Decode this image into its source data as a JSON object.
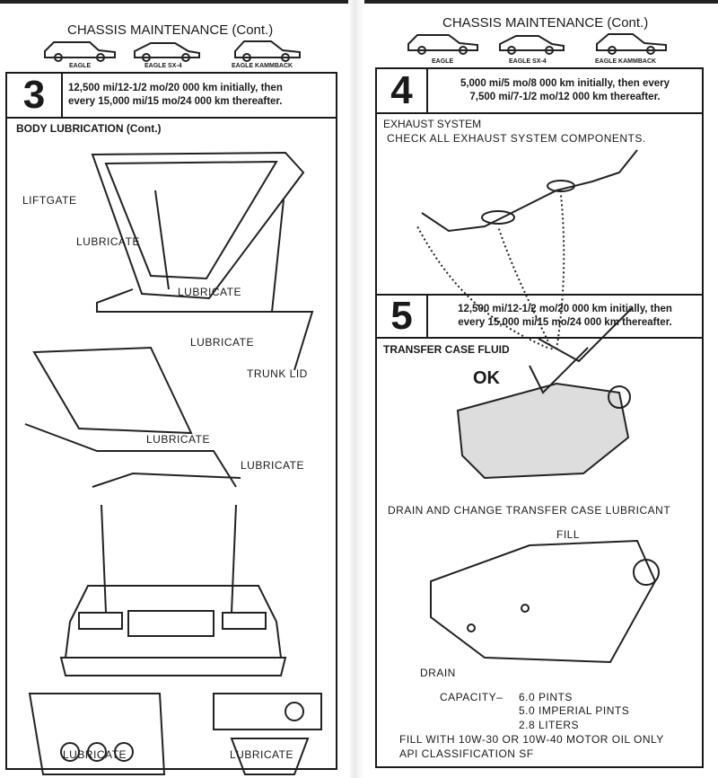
{
  "left_page": {
    "title": "CHASSIS MAINTENANCE (Cont.)",
    "cars": [
      "EAGLE",
      "EAGLE SX-4",
      "EAGLE KAMMBACK"
    ],
    "section_number": "3",
    "interval_line1": "12,500 mi/12-1/2 mo/20 000 km initially, then",
    "interval_line2": "every 15,000 mi/15 mo/24 000 km thereafter.",
    "heading": "BODY LUBRICATION (Cont.)",
    "labels": {
      "liftgate": "LIFTGATE",
      "lubricate": "LUBRICATE",
      "trunk_lid": "TRUNK LID"
    }
  },
  "right_page": {
    "title": "CHASSIS MAINTENANCE (Cont.)",
    "cars": [
      "EAGLE",
      "EAGLE SX-4",
      "EAGLE KAMMBACK"
    ],
    "section4": {
      "number": "4",
      "interval_line1": "5,000 mi/5 mo/8 000 km initially, then every",
      "interval_line2": "7,500 mi/7-1/2 mo/12 000 km thereafter.",
      "heading": "EXHAUST SYSTEM",
      "instruction": "CHECK ALL EXHAUST SYSTEM COMPONENTS."
    },
    "section5": {
      "number": "5",
      "interval_line1": "12,500 mi/12-1/2 mo/20 000 km initially, then",
      "interval_line2": "every 15,000 mi/15 mo/24 000 km thereafter.",
      "heading": "TRANSFER CASE FLUID",
      "ok": "OK",
      "drain_change": "DRAIN AND CHANGE TRANSFER CASE LUBRICANT",
      "fill": "FILL",
      "drain": "DRAIN",
      "capacity_label": "CAPACITY–",
      "capacity": [
        "6.0 PINTS",
        "5.0 IMPERIAL PINTS",
        "2.8 LITERS"
      ],
      "oil_note": "FILL WITH 10W-30 OR 10W-40 MOTOR OIL ONLY",
      "api_note": "API CLASSIFICATION SF"
    }
  }
}
